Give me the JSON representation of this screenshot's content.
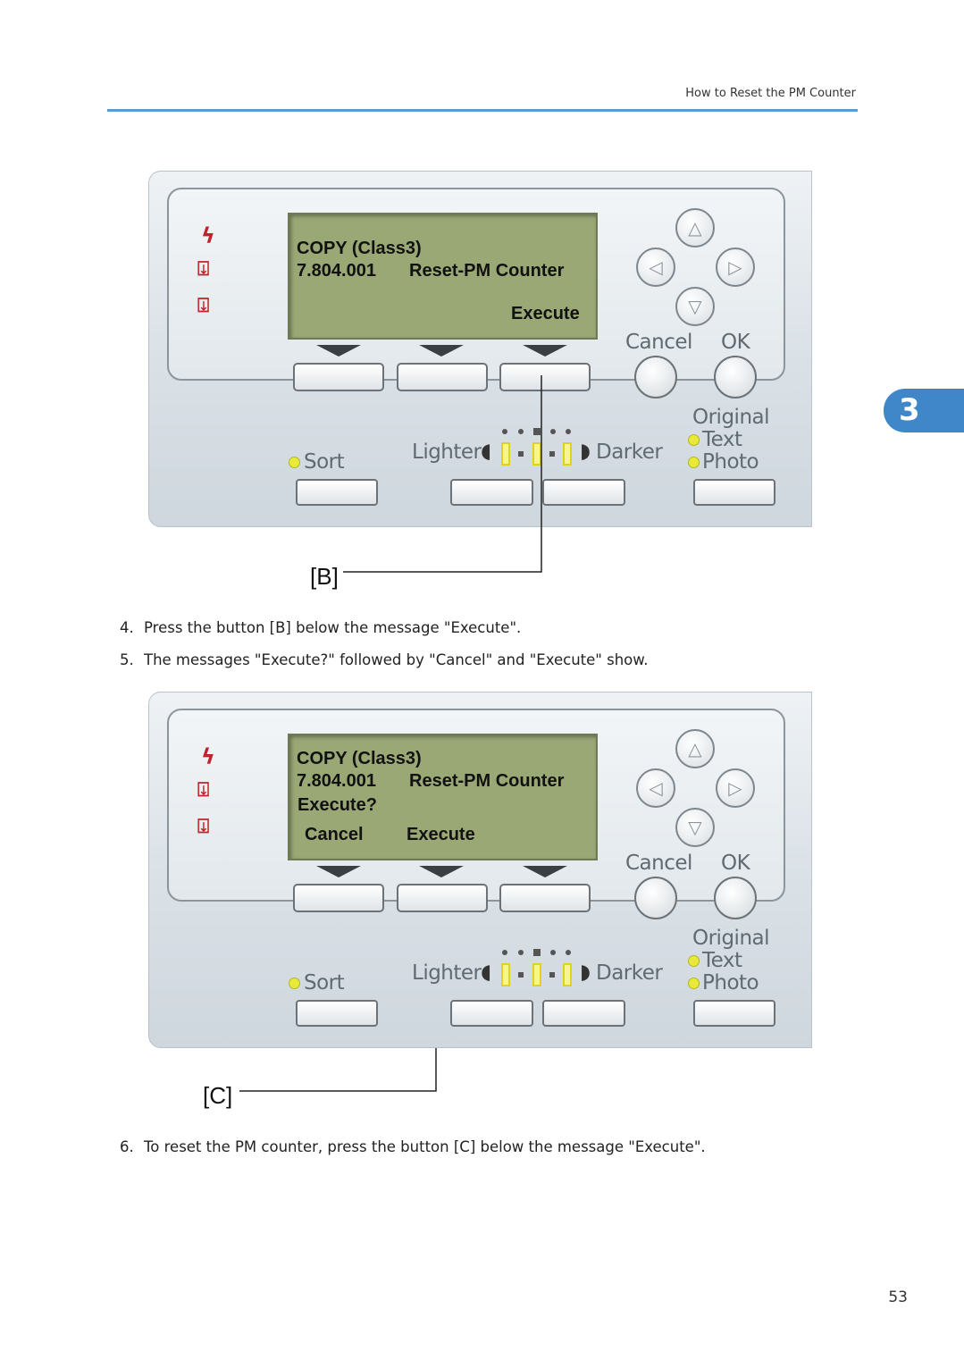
{
  "header": {
    "title": "How to Reset the PM Counter"
  },
  "chapter_tab": "3",
  "page_number": "53",
  "panel_labels": {
    "cancel": "Cancel",
    "ok": "OK",
    "original": "Original",
    "text": "Text",
    "photo": "Photo",
    "sort": "Sort",
    "lighter": "Lighter",
    "darker": "Darker"
  },
  "figure1": {
    "lcd": {
      "line1": "COPY (Class3)",
      "code": "7.804.001",
      "item": "Reset-PM Counter",
      "softkey": "Execute"
    },
    "callout": "[B]"
  },
  "figure2": {
    "lcd": {
      "line1": "COPY (Class3)",
      "code": "7.804.001",
      "item": "Reset-PM Counter",
      "prompt": "Execute?",
      "cancel": "Cancel",
      "execute": "Execute"
    },
    "callout": "[C]"
  },
  "steps": [
    {
      "num": "4.",
      "text": "Press the button [B] below the message \"Execute\"."
    },
    {
      "num": "5.",
      "text": "The messages \"Execute?\" followed by \"Cancel\" and \"Execute\" show."
    },
    {
      "num": "6.",
      "text": "To reset the PM counter, press the button [C] below the message \"Execute\"."
    }
  ]
}
